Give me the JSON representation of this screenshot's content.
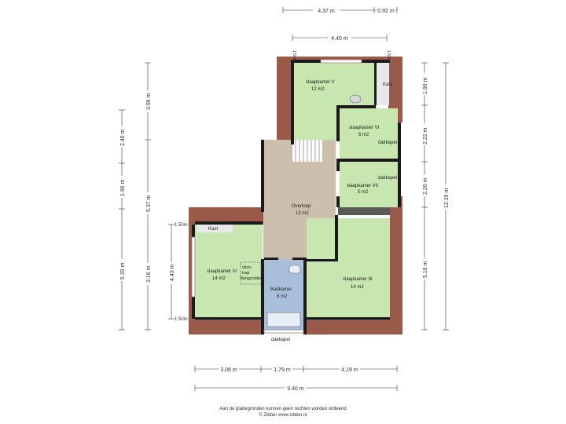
{
  "colors": {
    "room_green": "#c8e6b0",
    "landing": "#cdbfae",
    "bathroom": "#a9bfdc",
    "roof": "#9a5a4a",
    "wall": "#1a1a1a",
    "dim": "#333333"
  },
  "dimensions": {
    "top_overall": "4.37 m",
    "top_right": "0.92 m",
    "top_inner": "4.40 m",
    "small_left": "1.50m",
    "small_right": "1.50m",
    "left_outer_top": "3.56 m",
    "left_outer_bottom": "5.37 m",
    "left_mid_1": "2.46 m",
    "left_mid_2": "1.96 m",
    "left_mid_3": "5.39 m",
    "left_inner_1": "4.43 m",
    "left_inner_2": "3.16 m",
    "left_small_top": "1.50m",
    "left_small_bottom": "1.50m",
    "right_1": "1.96 m",
    "right_2": "2.22 m",
    "right_3": "2.20 m",
    "right_4": "5.16 m",
    "right_overall": "12.39 m",
    "bottom_1": "3.08 m",
    "bottom_2": "1.79 m",
    "bottom_3": "4.19 m",
    "bottom_overall": "9.40 m"
  },
  "rooms": {
    "slaapkamer_v": {
      "name": "slaapkamer V",
      "area": "12 m2"
    },
    "kast_top": {
      "name": "Kast"
    },
    "slaapkamer_vi": {
      "name": "slaapkamer VI",
      "area": "6 m2"
    },
    "dakkapel_vi": {
      "name": "dakkapel"
    },
    "slaapkamer_vii": {
      "name": "slaapkamer VII",
      "area": "5 m2"
    },
    "dakkapel_vii": {
      "name": "dakkapel"
    },
    "overloop": {
      "name": "Overloop",
      "area": "13 m2"
    },
    "kast_left": {
      "name": "Kast"
    },
    "slaapkamer_iv": {
      "name": "slaapkamer IV",
      "area": "14 m2"
    },
    "vlizotrap": {
      "line1": "vlizo-",
      "line2": "trap",
      "line3": "fiengzolder"
    },
    "badkamer": {
      "name": "Badkamer",
      "area": "6 m2"
    },
    "slaapkamer_iii": {
      "name": "slaapkamer III",
      "area": "14 m2"
    },
    "dakkapel_bottom": {
      "name": "dakkapel"
    }
  },
  "footer": {
    "line1": "Aan de plattegronden kunnen geen rechten worden ontleend",
    "line2": "© Zibber www.zibber.nl"
  }
}
